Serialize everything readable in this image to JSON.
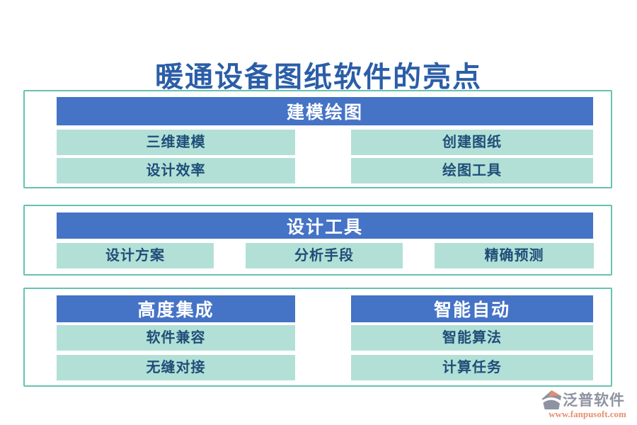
{
  "title": "暖通设备图纸软件的亮点",
  "sections": [
    {
      "header": "建模绘图",
      "items": [
        "三维建模",
        "创建图纸",
        "设计效率",
        "绘图工具"
      ]
    },
    {
      "header": "设计工具",
      "items": [
        "设计方案",
        "分析手段",
        "精确预测"
      ]
    },
    {
      "columns": [
        {
          "header": "高度集成",
          "items": [
            "软件兼容",
            "无缝对接"
          ]
        },
        {
          "header": "智能自动",
          "items": [
            "智能算法",
            "计算任务"
          ]
        }
      ]
    }
  ],
  "footer": {
    "brand": "泛普软件",
    "url": "www.fanpusoft.com",
    "logo_icon": "fanpu-logo-icon"
  },
  "colors": {
    "title_text": "#2B5EA7",
    "header_bg": "#4573C6",
    "header_text": "#FFFFFF",
    "item_bg": "#B3E0D6",
    "item_text": "#1F4E79",
    "panel_border": "#66C2B0",
    "brand_gray": "#8D93A1",
    "brand_salmon": "#E78F70"
  }
}
